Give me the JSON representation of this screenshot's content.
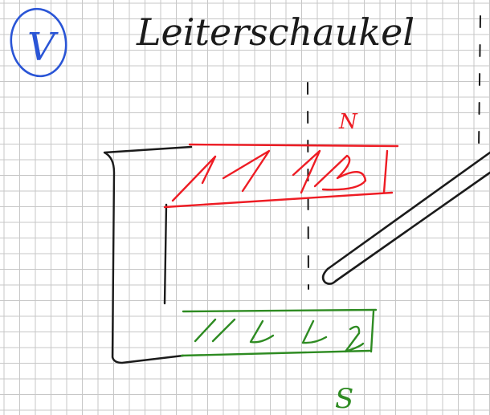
{
  "page": {
    "background": "#ffffff",
    "grid_color": "#c7c7c7"
  },
  "note": {
    "number_mark": "V",
    "title": "Leiterschaukel",
    "north_label": "N",
    "south_label": "S"
  },
  "colors": {
    "blue_ink": "#2a55d6",
    "black_ink": "#1b1b1b",
    "red_ink": "#ee1c24",
    "green_ink": "#2e8b22"
  }
}
